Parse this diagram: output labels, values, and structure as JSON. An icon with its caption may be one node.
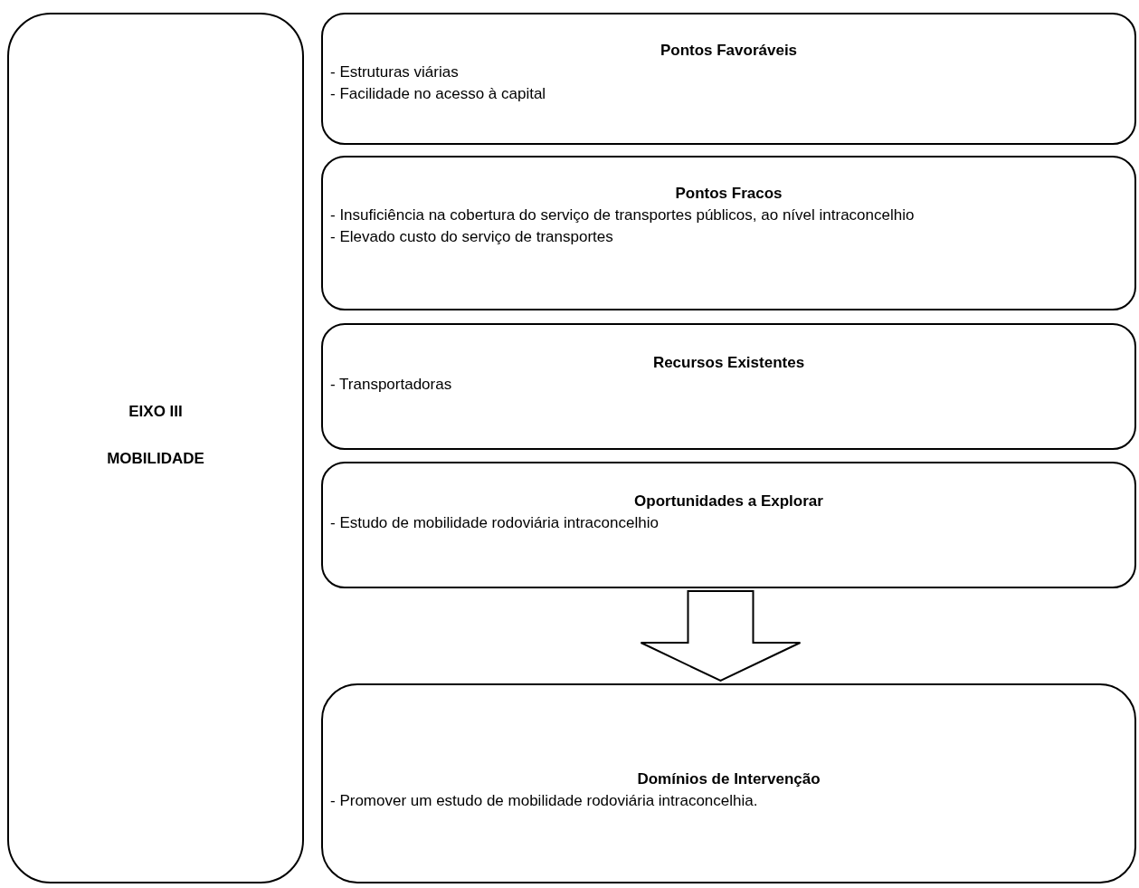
{
  "diagram": {
    "nodes": [
      {
        "text": [
          "EIXO III",
          "MOBILIDADE"
        ]
      },
      {
        "text": [
          "Pontos Favoráveis",
          "- Estruturas viárias",
          "- Facilidade no acesso à capital"
        ]
      },
      {
        "text": [
          "Pontos Fracos",
          "- Insuficiência na cobertura do serviço de transportes públicos, ao nível intraconcelhio",
          "- Elevado custo do serviço de transportes"
        ]
      },
      {
        "text": [
          "Recursos Existentes",
          "- Transportadoras"
        ]
      },
      {
        "text": [
          "Oportunidades a Explorar",
          "- Estudo de mobilidade rodoviária intraconcelhio"
        ]
      },
      {
        "text": [
          "Domínios de Intervenção",
          "- Promover um estudo de mobilidade rodoviária intraconcelhia."
        ]
      }
    ],
    "edges": [
      {
        "from": 4,
        "to": 5,
        "arrow": "to"
      }
    ]
  }
}
